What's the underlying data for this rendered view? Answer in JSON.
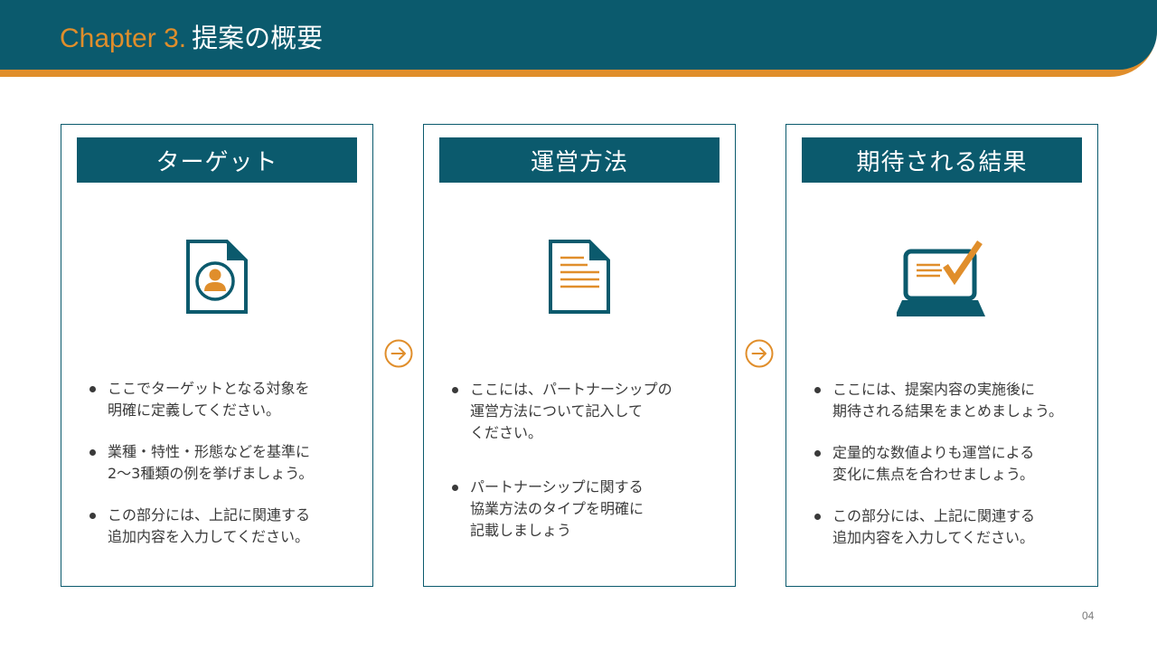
{
  "header": {
    "chapter_label": "Chapter 3.",
    "title": "提案の概要"
  },
  "colors": {
    "primary_teal": "#0b5a6d",
    "accent_orange": "#e08e2b",
    "text_dark": "#3a3a3a"
  },
  "cards": [
    {
      "title": "ターゲット",
      "icon": "document-user-icon",
      "bullets": [
        "ここでターゲットとなる対象を\n明確に定義してください。",
        "業種・特性・形態などを基準に\n2〜3種類の例を挙げましょう。",
        "この部分には、上記に関連する\n追加内容を入力してください。"
      ]
    },
    {
      "title": "運営方法",
      "icon": "document-lines-icon",
      "bullets": [
        "ここには、パートナーシップの\n運営方法について記入して\nください。",
        "パートナーシップに関する\n協業方法のタイプを明確に\n記載しましょう"
      ]
    },
    {
      "title": "期待される結果",
      "icon": "laptop-check-icon",
      "bullets": [
        "ここには、提案内容の実施後に\n期待される結果をまとめましょう。",
        "定量的な数値よりも運営による\n変化に焦点を合わせましょう。",
        "この部分には、上記に関連する\n追加内容を入力してください。"
      ]
    }
  ],
  "arrows": [
    "arrow-right-circle-icon",
    "arrow-right-circle-icon"
  ],
  "footer": {
    "page_number": "04"
  }
}
